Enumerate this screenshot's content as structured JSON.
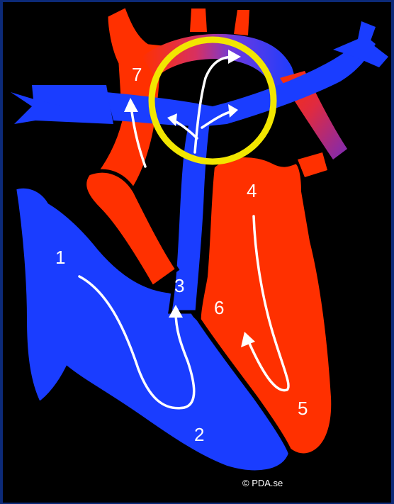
{
  "diagram": {
    "labels": [
      {
        "id": "1",
        "text": "1"
      },
      {
        "id": "2",
        "text": "2"
      },
      {
        "id": "3",
        "text": "3"
      },
      {
        "id": "4",
        "text": "4"
      },
      {
        "id": "5",
        "text": "5"
      },
      {
        "id": "6",
        "text": "6"
      },
      {
        "id": "7",
        "text": "7"
      }
    ],
    "credit": "© PDA.se",
    "colors": {
      "background": "#000000",
      "border": "#0c2a78",
      "deoxygenated_blood": "#1a3dff",
      "oxygenated_blood": "#ff3000",
      "mixed_blood": "#8a2ab0",
      "highlight_ring": "#f2e600",
      "flow_arrows": "#ffffff"
    }
  }
}
